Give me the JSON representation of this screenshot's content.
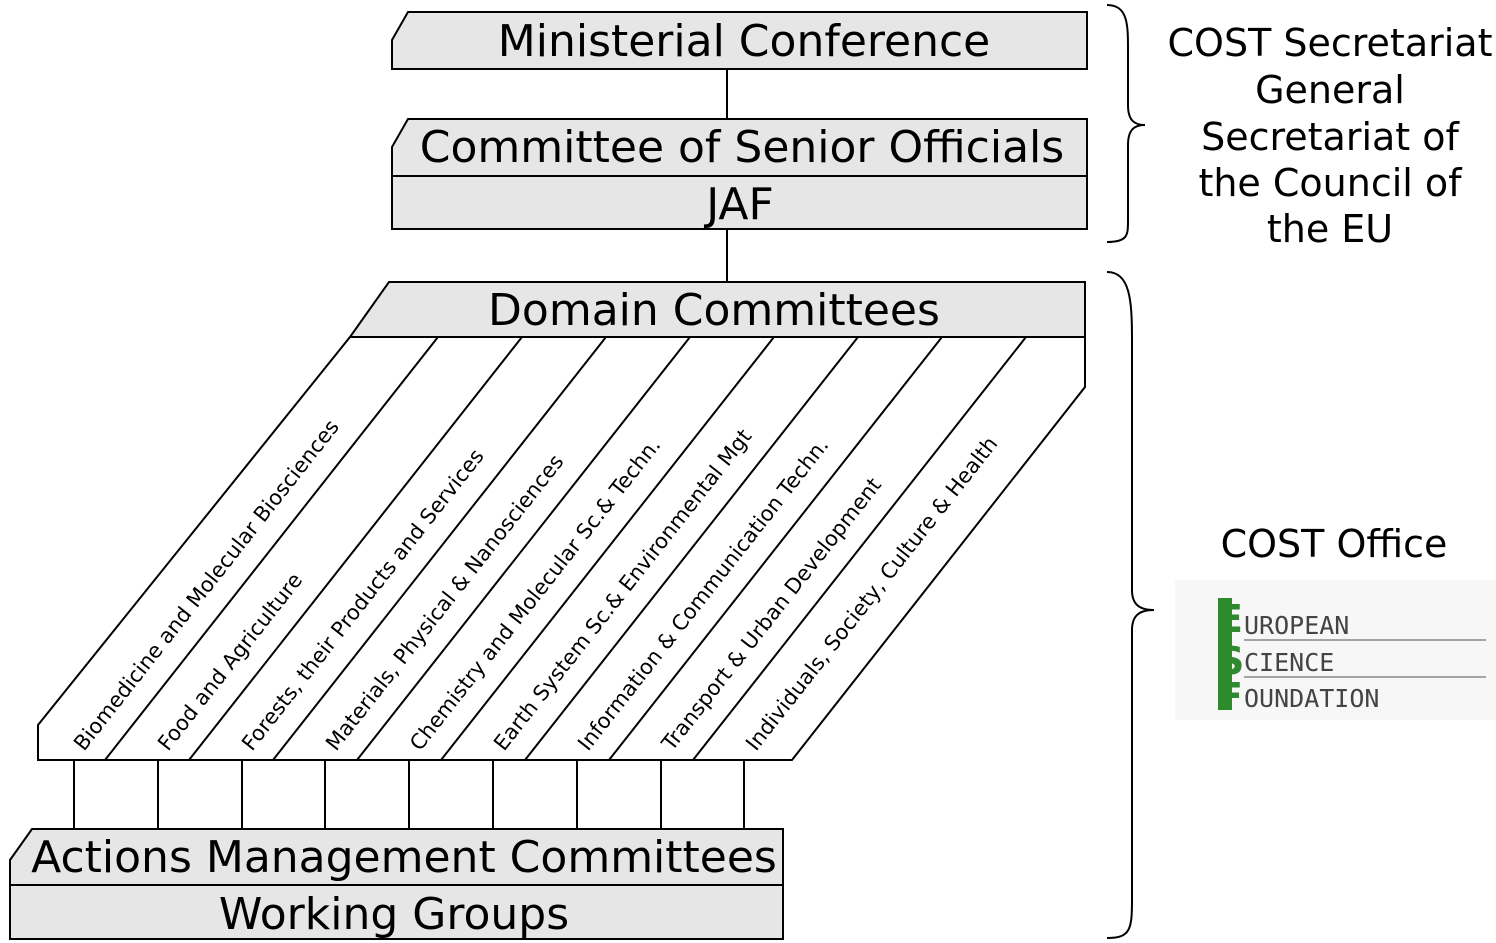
{
  "ministerial_conference": "Ministerial Conference",
  "senior_officials": "Committee of Senior Officials",
  "jaf": "JAF",
  "domain_committees": {
    "title": "Domain Committees",
    "domains": [
      "Biomedicine and Molecular Biosciences",
      "Food and Agriculture",
      "Forests, their Products and Services",
      "Materials, Physical & Nanosciences",
      "Chemistry and Molecular Sc.& Techn.",
      "Earth System Sc.& Environmental Mgt",
      "Information & Communication Techn.",
      "Transport & Urban Development",
      "Individuals, Society, Culture & Health"
    ]
  },
  "actions_management": "Actions Management Committees",
  "working_groups": "Working Groups",
  "cost_secretariat": {
    "lines": [
      "COST Secretariat",
      "General",
      "Secretariat of",
      "the Council of",
      "the EU"
    ]
  },
  "cost_office": {
    "title": "COST Office",
    "logo": {
      "words": [
        "UROPEAN",
        "CIENCE",
        "OUNDATION"
      ],
      "initials": [
        "E",
        "S",
        "F"
      ],
      "color": "#2d8a2d"
    }
  }
}
